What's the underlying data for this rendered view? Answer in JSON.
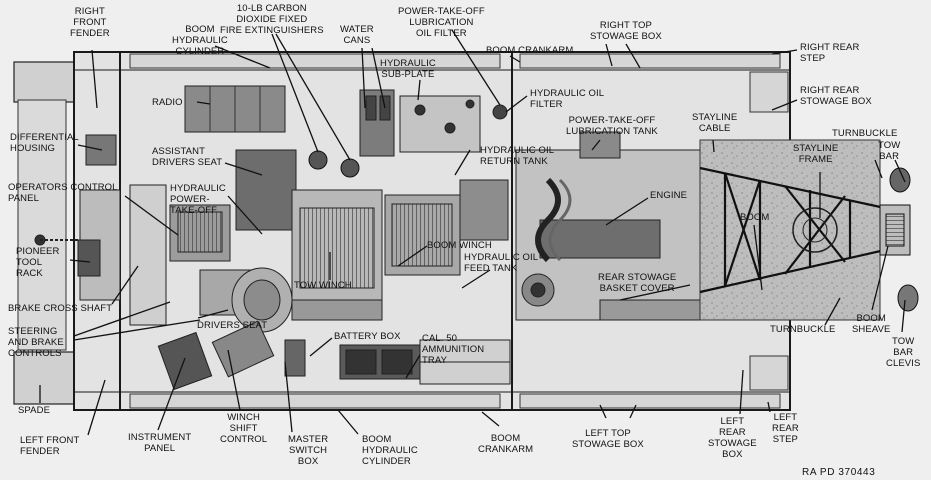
{
  "labels": {
    "right_front_fender": "RIGHT\nFRONT\nFENDER",
    "boom_hydraulic_cylinder_top": "BOOM\nHYDRAULIC\nCYLINDER",
    "co2_extinguishers": "10-LB CARBON\nDIOXIDE FIXED\nFIRE EXTINGUISHERS",
    "water_cans": "WATER\nCANS",
    "pto_oil_filter": "POWER-TAKE-OFF\nLUBRICATION\nOIL FILTER",
    "boom_crankarm_top": "BOOM CRANKARM",
    "right_top_stowage_box": "RIGHT TOP\nSTOWAGE BOX",
    "right_rear_step": "RIGHT REAR\nSTEP",
    "hydraulic_sub_plate": "HYDRAULIC\nSUB-PLATE",
    "hydraulic_oil_filter": "HYDRAULIC OIL\nFILTER",
    "right_rear_stowage_box": "RIGHT REAR\nSTOWAGE BOX",
    "radio": "RADIO",
    "pto_lubrication_tank": "POWER-TAKE-OFF\nLUBRICATION TANK",
    "stayline_cable": "STAYLINE\nCABLE",
    "turnbuckle_top": "TURNBUCKLE",
    "differential_housing": "DIFFERENTIAL\nHOUSING",
    "assistant_drivers_seat": "ASSISTANT\nDRIVERS SEAT",
    "hydraulic_oil_return_tank": "HYDRAULIC OIL\nRETURN TANK",
    "tow_bar": "TOW\nBAR",
    "stayline_frame": "STAYLINE\nFRAME",
    "operators_control_panel": "OPERATORS CONTROL\nPANEL",
    "hydraulic_pto": "HYDRAULIC\nPOWER-\nTAKE-OFF",
    "engine": "ENGINE",
    "boom": "BOOM",
    "pioneer_tool_rack": "PIONEER\nTOOL\nRACK",
    "boom_winch": "BOOM WINCH",
    "hydraulic_oil_feed_tank": "HYDRAULIC OIL\nFEED TANK",
    "tow_winch": "TOW WINCH",
    "rear_stowage_basket_cover": "REAR STOWAGE\nBASKET COVER",
    "brake_cross_shaft": "BRAKE CROSS SHAFT",
    "drivers_seat": "DRIVERS SEAT",
    "turnbuckle_bottom": "TURNBUCKLE",
    "boom_sheave": "BOOM\nSHEAVE",
    "steering_brake_controls": "STEERING\nAND BRAKE\nCONTROLS",
    "battery_box": "BATTERY BOX",
    "cal50_ammo_tray": "CAL. 50\nAMMUNITION\nTRAY",
    "tow_bar_clevis": "TOW\nBAR\nCLEVIS",
    "spade": "SPADE",
    "left_front_fender": "LEFT FRONT\nFENDER",
    "instrument_panel": "INSTRUMENT\nPANEL",
    "winch_shift_control": "WINCH\nSHIFT\nCONTROL",
    "master_switch_box": "MASTER\nSWITCH\nBOX",
    "boom_hydraulic_cylinder_bottom": "BOOM\nHYDRAULIC\nCYLINDER",
    "boom_crankarm_bottom": "BOOM\nCRANKARM",
    "left_top_stowage_box": "LEFT TOP\nSTOWAGE BOX",
    "left_rear_stowage_box": "LEFT\nREAR\nSTOWAGE\nBOX",
    "left_rear_step": "LEFT\nREAR\nSTEP",
    "reference_code": "RA PD 370443"
  }
}
